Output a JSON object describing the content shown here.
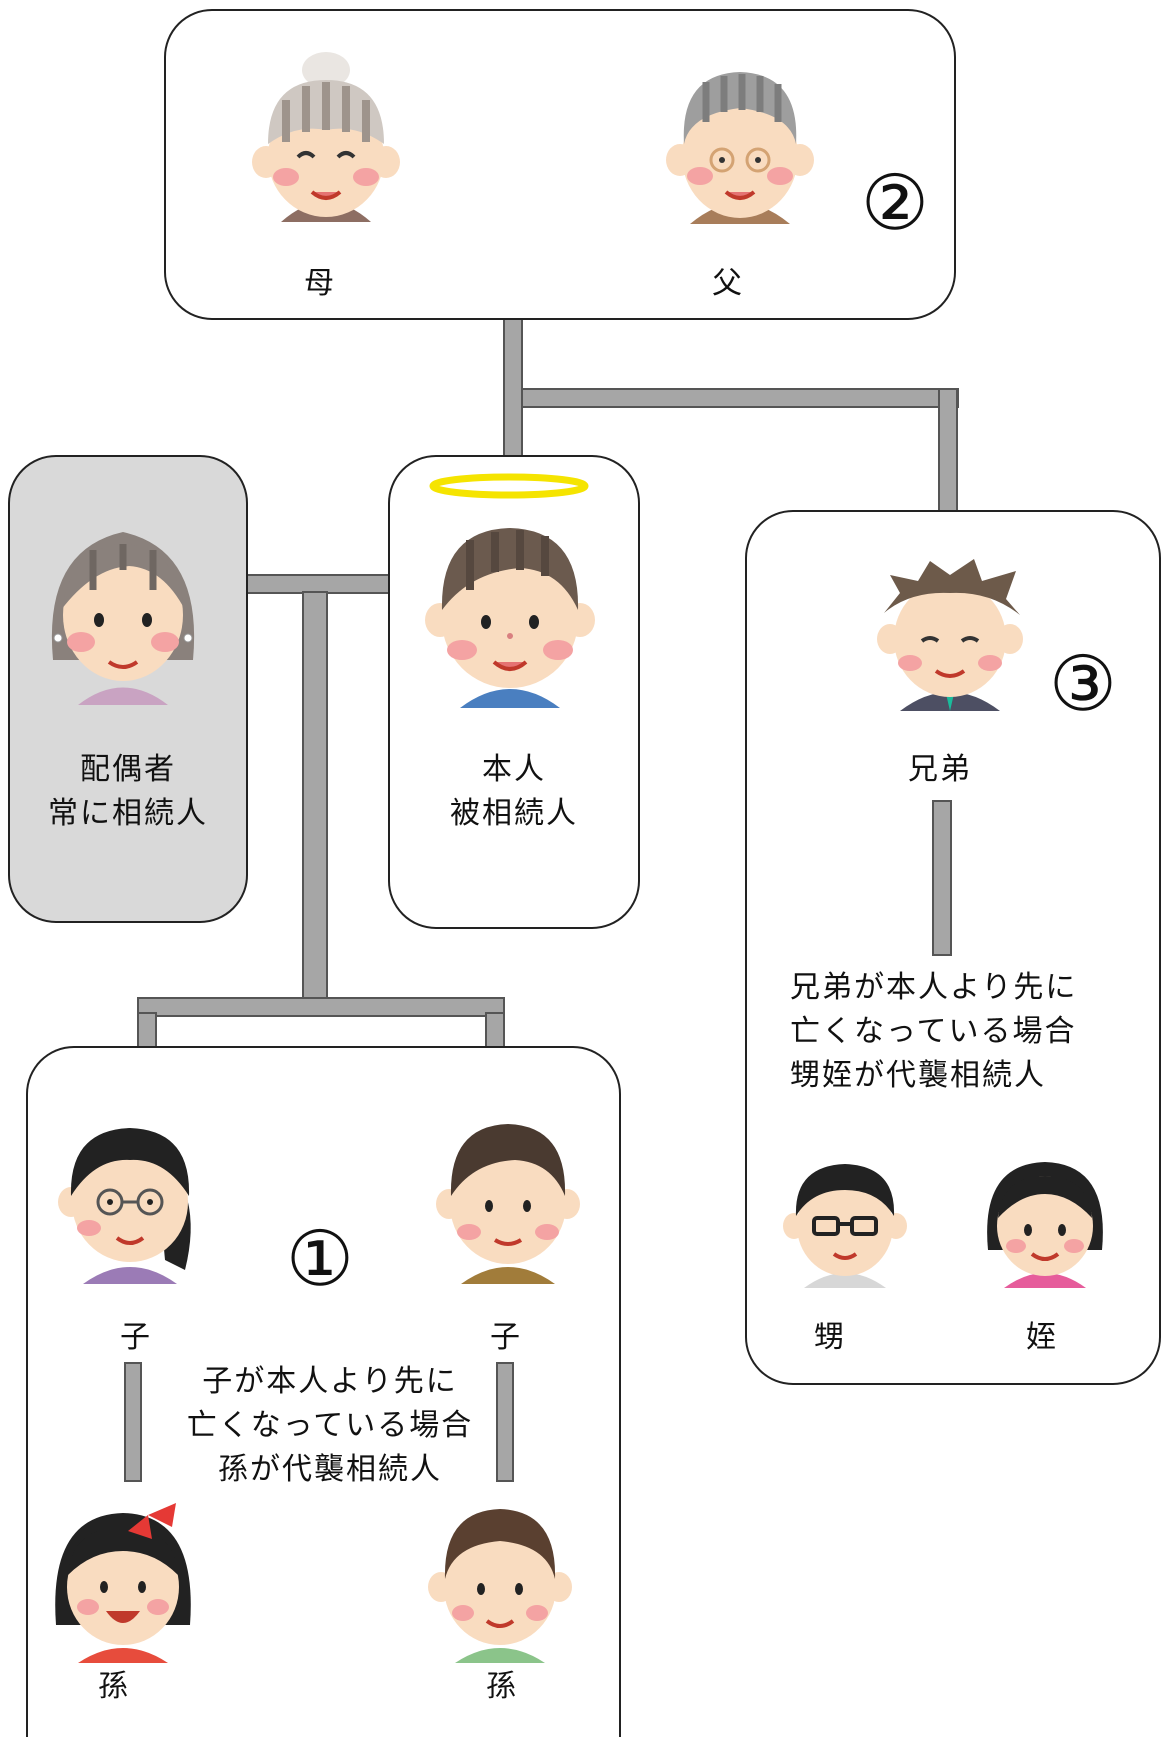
{
  "boxes": {
    "parents": {
      "mother_label": "母",
      "father_label": "父",
      "rank": "②"
    },
    "spouse": {
      "label": "配偶者\n常に相続人"
    },
    "deceased": {
      "label": "本人\n被相続人"
    },
    "siblings": {
      "sibling_label": "兄弟",
      "note": "兄弟が本人より先に\n亡くなっている場合\n甥姪が代襲相続人",
      "nephew_label": "甥",
      "niece_label": "姪",
      "rank": "③"
    },
    "children": {
      "child1_label": "子",
      "child2_label": "子",
      "note": "子が本人より先に\n亡くなっている場合\n孫が代襲相続人",
      "grandchild1_label": "孫",
      "grandchild2_label": "孫",
      "rank": "①"
    }
  },
  "icons": [
    "grandmother-icon",
    "grandfather-icon",
    "spouse-woman-icon",
    "deceased-man-icon",
    "halo-icon",
    "brother-man-icon",
    "nephew-icon",
    "niece-icon",
    "child-woman-icon",
    "child-man-icon",
    "grandchild-girl-icon",
    "grandchild-boy-icon"
  ],
  "colors": {
    "connector": "#a6a6a6",
    "spouse_box": "#d9d9d9",
    "halo": "#f5e400",
    "skin": "#f9dcc0",
    "cheek": "#f4a3a3"
  }
}
